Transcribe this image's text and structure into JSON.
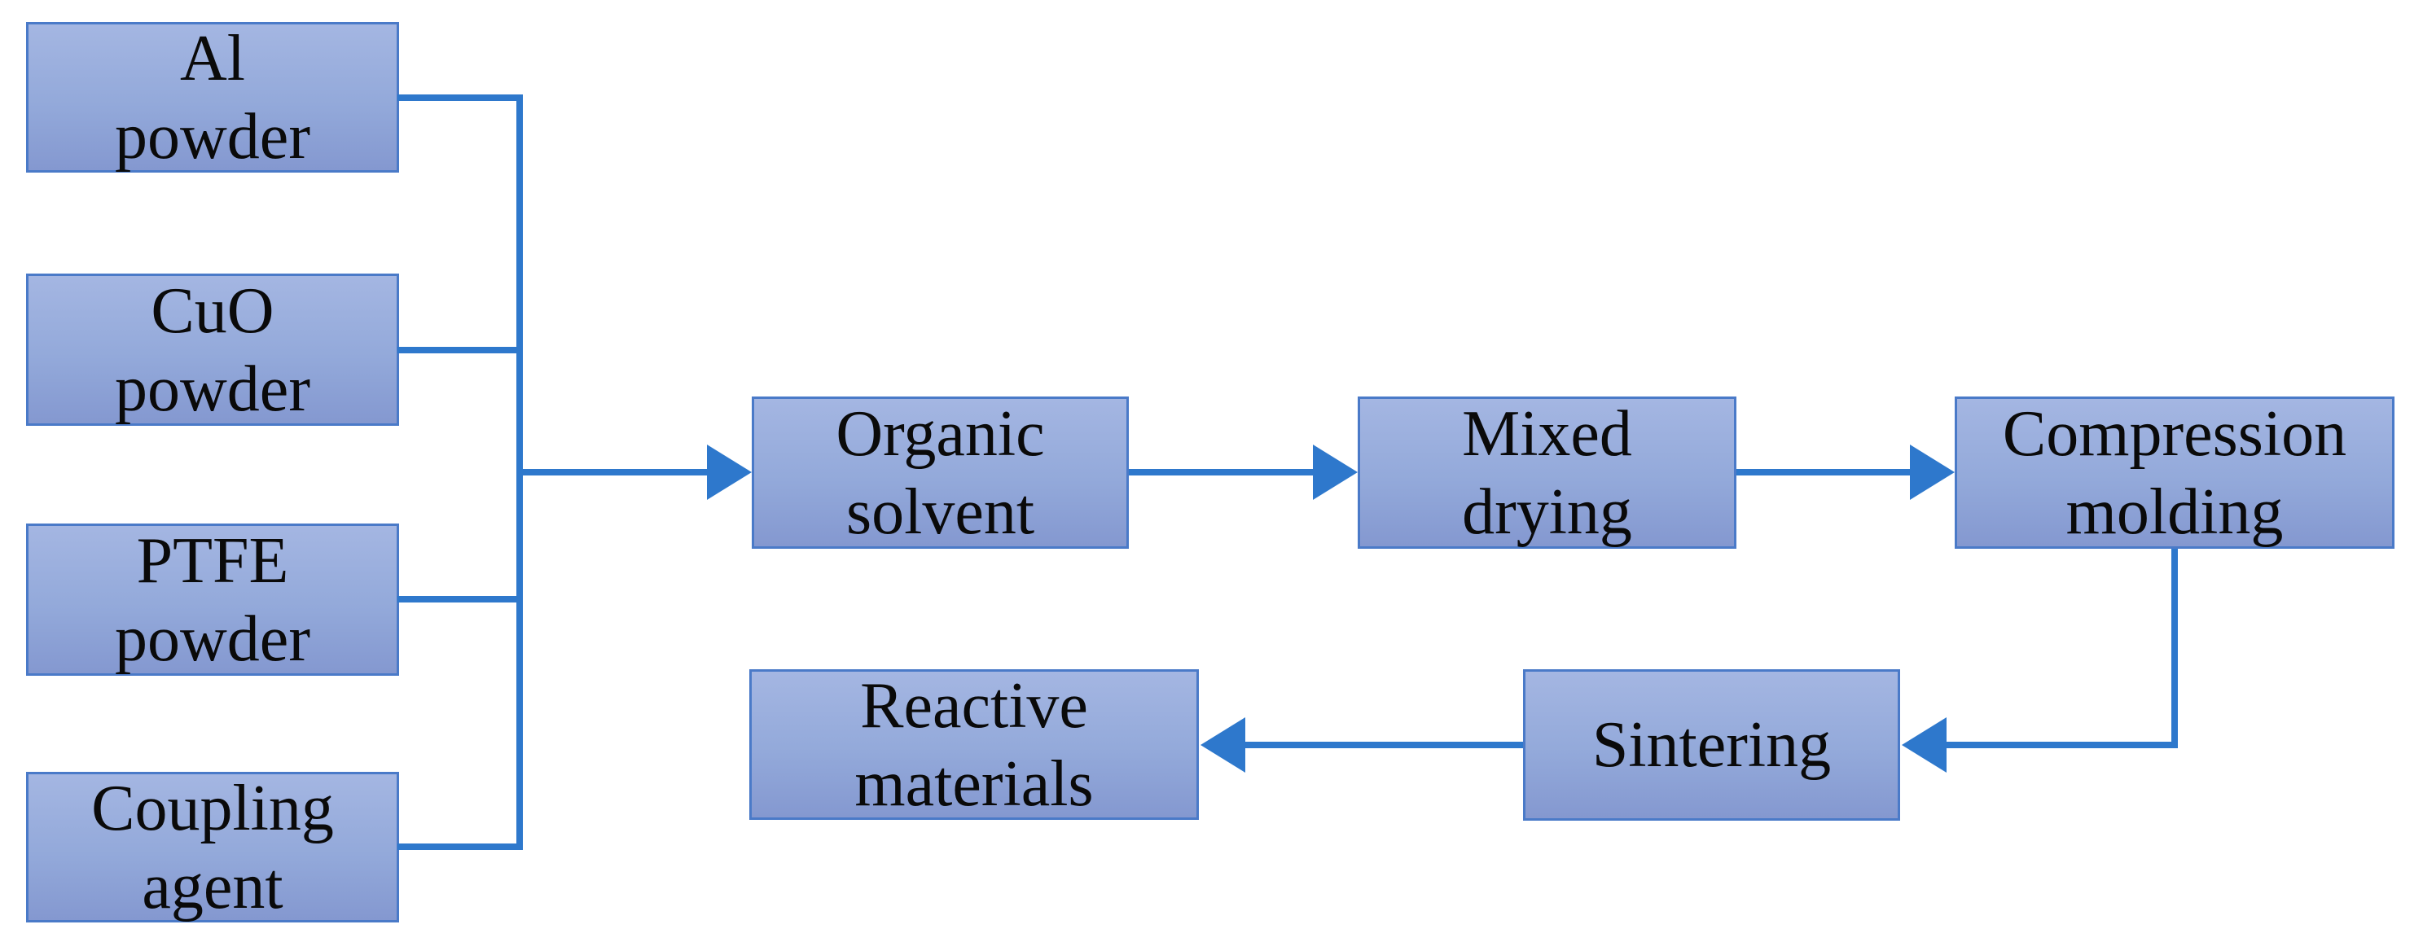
{
  "diagram": {
    "title_hidden": "",
    "colors": {
      "background": "#ffffff",
      "box_fill_top": "#a4b6e2",
      "box_fill_mid": "#93a9da",
      "box_fill_bottom": "#8498d0",
      "box_border": "#4a7ac8",
      "connector": "#2e78cc",
      "text": "#0a0a0a"
    },
    "nodes": [
      {
        "id": "al-powder",
        "lines": [
          "Al",
          "powder"
        ]
      },
      {
        "id": "cuo-powder",
        "lines": [
          "CuO",
          "powder"
        ]
      },
      {
        "id": "ptfe-powder",
        "lines": [
          "PTFE",
          "powder"
        ]
      },
      {
        "id": "coupling-agent",
        "lines": [
          "Coupling",
          "agent"
        ]
      },
      {
        "id": "organic-solvent",
        "lines": [
          "Organic",
          "solvent"
        ]
      },
      {
        "id": "mixed-drying",
        "lines": [
          "Mixed",
          "drying"
        ]
      },
      {
        "id": "compression-molding",
        "lines": [
          "Compression",
          "molding"
        ]
      },
      {
        "id": "sintering",
        "lines": [
          "Sintering"
        ]
      },
      {
        "id": "reactive-materials",
        "lines": [
          "Reactive",
          "materials"
        ]
      }
    ],
    "edges": [
      {
        "from": "al-powder",
        "to": "organic-solvent",
        "via": "junction-trunk"
      },
      {
        "from": "cuo-powder",
        "to": "organic-solvent",
        "via": "junction-trunk"
      },
      {
        "from": "ptfe-powder",
        "to": "organic-solvent",
        "via": "junction-trunk"
      },
      {
        "from": "coupling-agent",
        "to": "organic-solvent",
        "via": "junction-trunk"
      },
      {
        "from": "organic-solvent",
        "to": "mixed-drying",
        "via": "straight"
      },
      {
        "from": "mixed-drying",
        "to": "compression-molding",
        "via": "straight"
      },
      {
        "from": "compression-molding",
        "to": "sintering",
        "via": "elbow-down-left"
      },
      {
        "from": "sintering",
        "to": "reactive-materials",
        "via": "straight"
      }
    ]
  }
}
